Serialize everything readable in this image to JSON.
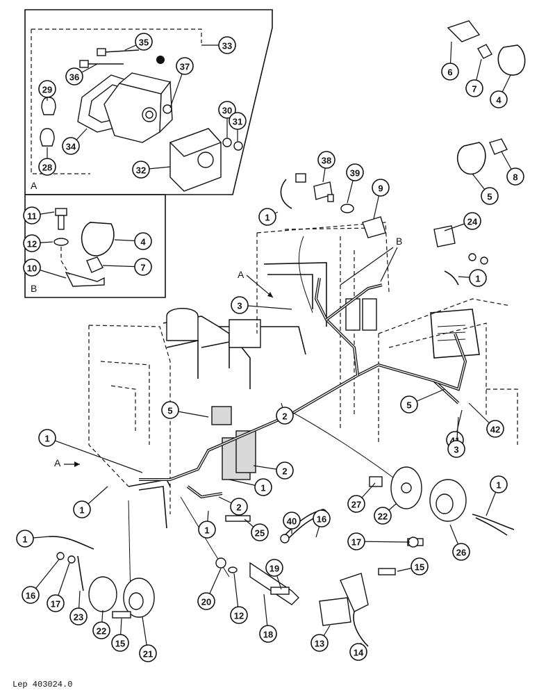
{
  "inset_labels": {
    "A": "A",
    "B": "B"
  },
  "view_pointers": {
    "A1": "A",
    "A2": "A",
    "B1": "B"
  },
  "callouts": [
    "33",
    "35",
    "36",
    "37",
    "29",
    "30",
    "31",
    "34",
    "32",
    "28",
    "6",
    "7",
    "4",
    "8",
    "5",
    "11",
    "12",
    "10",
    "4",
    "7",
    "38",
    "39",
    "9",
    "1",
    "24",
    "1",
    "3",
    "5",
    "1",
    "2",
    "1",
    "2",
    "2",
    "1",
    "1",
    "5",
    "41",
    "42",
    "3",
    "40",
    "27",
    "22",
    "16",
    "17",
    "26",
    "15",
    "1",
    "25",
    "1",
    "16",
    "17",
    "23",
    "22",
    "15",
    "21",
    "20",
    "12",
    "19",
    "18",
    "13",
    "14"
  ],
  "footer": {
    "ref": "Lep 403024.0"
  }
}
